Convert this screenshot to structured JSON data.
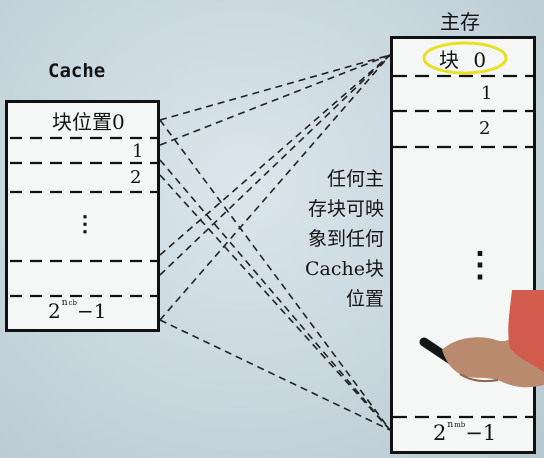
{
  "cache": {
    "title": "Cache",
    "rows": [
      "块位置0",
      "1",
      "2",
      "⋮",
      "2",
      "n",
      "cb",
      "−1"
    ]
  },
  "main_memory": {
    "title": "主存",
    "rows": [
      "块",
      "0",
      "1",
      "2",
      "⋮",
      "2",
      "n",
      "mb",
      "−1"
    ]
  },
  "description": [
    "任何主",
    "存块可映",
    "象到任何",
    "Cache块",
    "位置"
  ],
  "colors": {
    "highlight": "#e8e020",
    "ink": "#111111",
    "background": "#c8d6de"
  }
}
